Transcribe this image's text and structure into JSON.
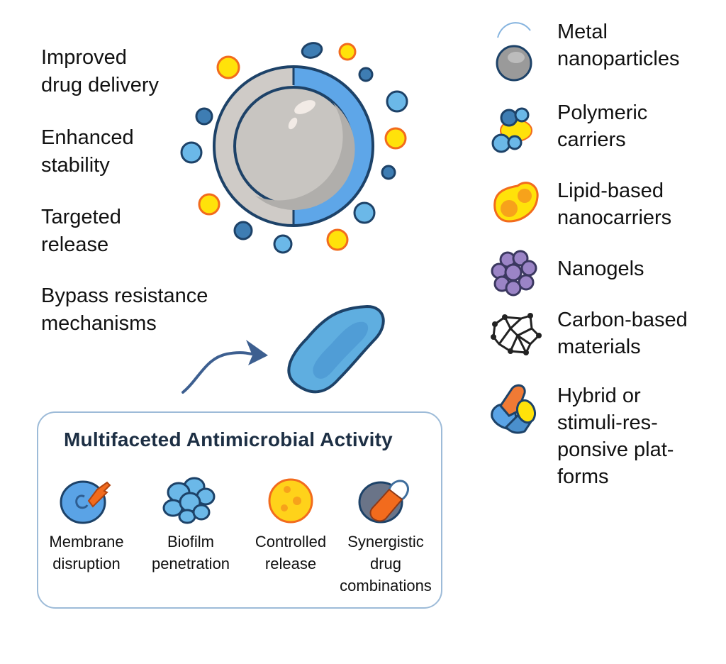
{
  "benefits": [
    {
      "label": "Improved\ndrug delivery"
    },
    {
      "label": "Enhanced\nstability"
    },
    {
      "label": "Targeted\nrelease"
    },
    {
      "label": "Bypass resistance\nmechanisms"
    }
  ],
  "legend": [
    {
      "icon": "metal-nanoparticle-icon",
      "label": "Metal\nnanoparticles"
    },
    {
      "icon": "polymeric-carrier-icon",
      "label": "Polymeric\ncarriers"
    },
    {
      "icon": "lipid-nanocarrier-icon",
      "label": "Lipid-based\nnanocarriers"
    },
    {
      "icon": "nanogel-icon",
      "label": "Nanogels"
    },
    {
      "icon": "carbon-material-icon",
      "label": "Carbon-based\nmaterials"
    },
    {
      "icon": "hybrid-platform-icon",
      "label": "Hybrid or\nstimuli-res-\nponsive plat-\nforms"
    }
  ],
  "activity_box": {
    "title": "Multifaceted Antimicrobial Activity",
    "mechanisms": [
      {
        "icon": "membrane-disruption-icon",
        "label": "Membrane\ndisruption"
      },
      {
        "icon": "biofilm-penetration-icon",
        "label": "Biofilm\npenetration"
      },
      {
        "icon": "controlled-release-icon",
        "label": "Controlled\nrelease"
      },
      {
        "icon": "synergistic-drug-icon",
        "label": "Synergistic\ndrug\ncombinations"
      }
    ]
  },
  "colors": {
    "navy_outline": "#1d4268",
    "blue_fill": "#5aa3e6",
    "light_blue": "#6bb8e8",
    "dark_blue": "#3b78b0",
    "gray_core": "#c9c6c2",
    "yellow": "#ffe20a",
    "orange": "#f26b1d",
    "purple": "#9b84c6",
    "box_border": "#9dbbd8"
  }
}
